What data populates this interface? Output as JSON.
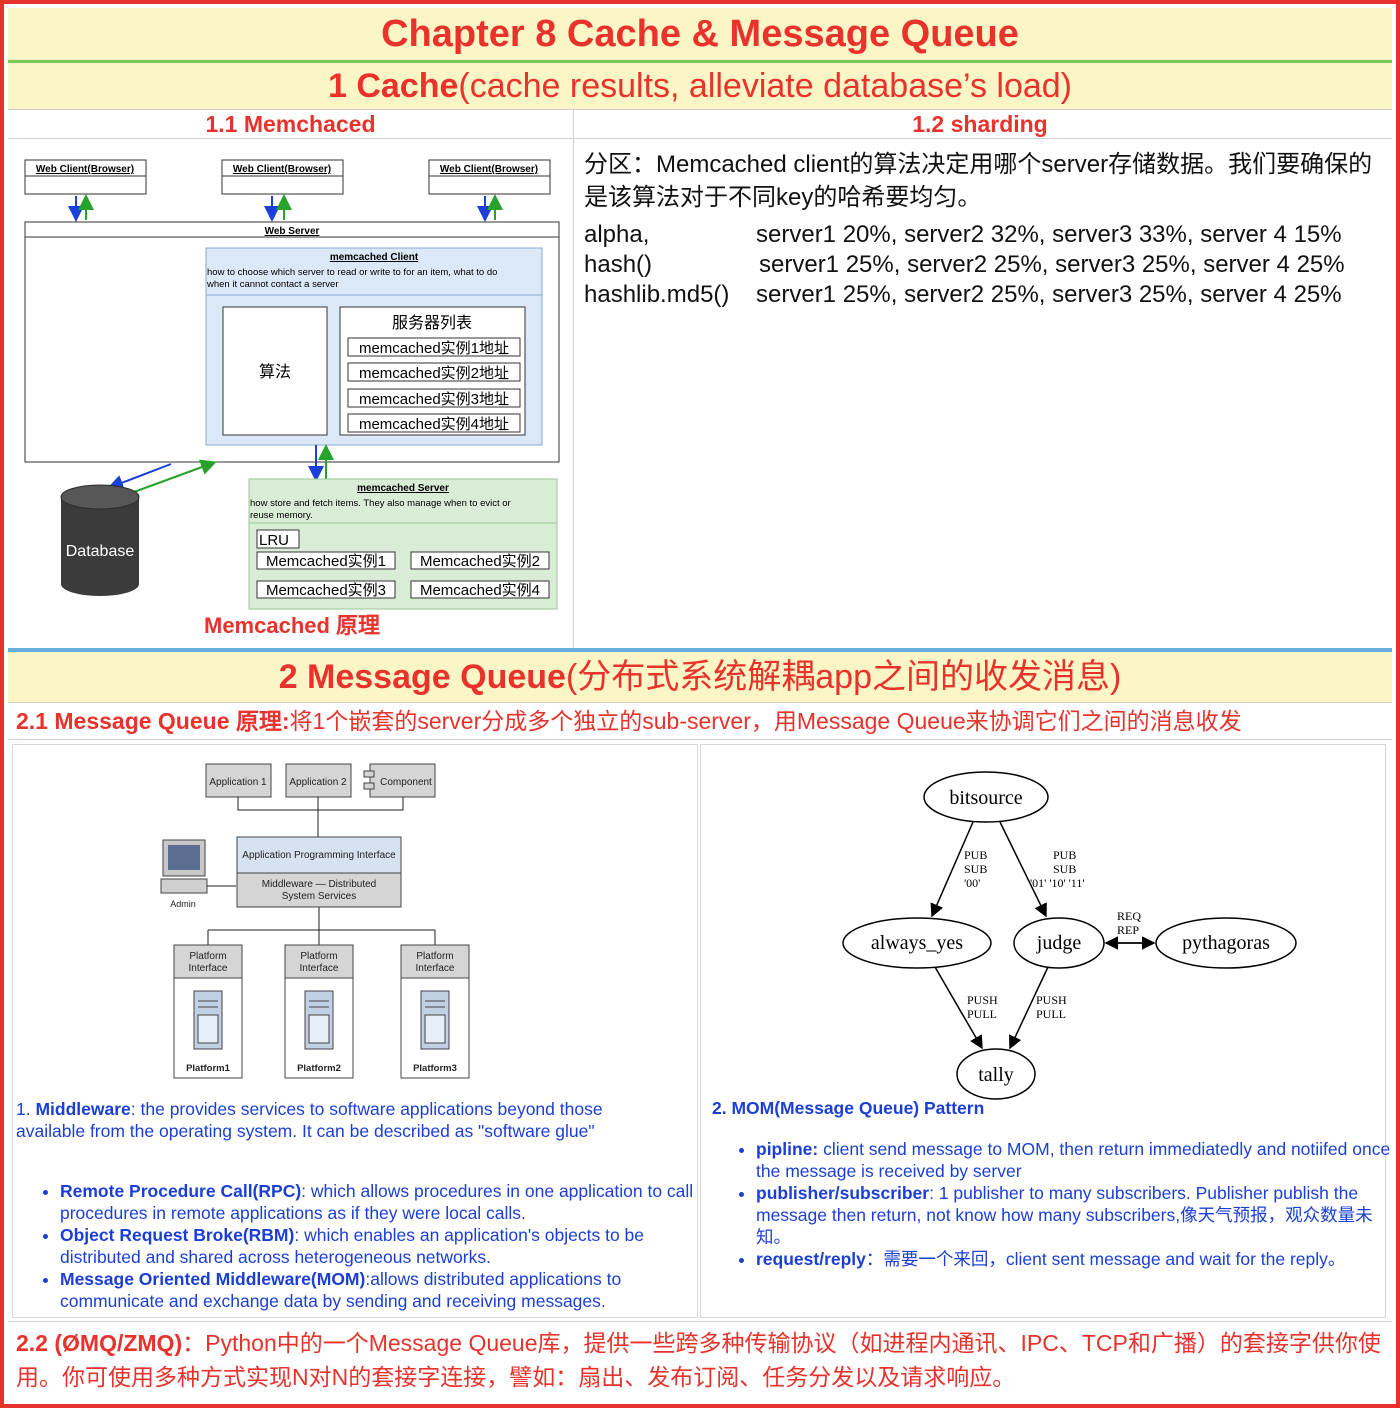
{
  "title": "Chapter 8 Cache & Message Queue",
  "section1": {
    "heading_bold": "1 Cache",
    "heading_light": "(cache results, alleviate database’s load)"
  },
  "memcached": {
    "col_title": "1.1 Memchaced",
    "web_client_label": "Web Client(Browser)",
    "web_server_label": "Web Server",
    "client_title": "memcached Client",
    "client_desc_1": "how to choose which server to read or write to for an item, what to do",
    "client_desc_2": "when it cannot contact a server",
    "algorithm_label": "算法",
    "server_list_title": "服务器列表",
    "server_addresses": [
      "memcached实例1地址",
      "memcached实例2地址",
      "memcached实例3地址",
      "memcached实例4地址"
    ],
    "server_title": "memcached Server",
    "server_desc_1": "how store and fetch items. They also manage when to evict or",
    "server_desc_2": "reuse memory.",
    "lru_label": "LRU",
    "instances": [
      "Memcached实例1",
      "Memcached实例2",
      "Memcached实例3",
      "Memcached实例4"
    ],
    "database_label": "Database",
    "caption": "Memcached  原理"
  },
  "sharding": {
    "col_title": "1.2 sharding",
    "description": "分区：Memcached client的算法决定用哪个server存储数据。我们要确保的是该算法对于不同key的哈希要均匀。",
    "rows": [
      {
        "method": "alpha,",
        "distribution": "server1 20%, server2 32%, server3 33%, server 4 15%"
      },
      {
        "method": "hash()",
        "distribution": "server1 25%, server2 25%, server3 25%, server 4 25%"
      },
      {
        "method": "hashlib.md5()",
        "distribution": "server1 25%, server2 25%, server3 25%, server 4 25%"
      }
    ]
  },
  "section2": {
    "heading_bold": "2 Message Queue",
    "heading_light": "(分布式系统解耦app之间的收发消息)"
  },
  "sub21": {
    "bold": "2.1 Message Queue 原理:",
    "text": "将1个嵌套的server分成多个独立的sub-server，用Message Queue来协调它们之间的消息收发"
  },
  "middleware_diagram": {
    "apps": [
      "Application 1",
      "Application 2",
      "Component"
    ],
    "api_label": "Application Programming Interface",
    "middleware_label_1": "Middleware — Distributed",
    "middleware_label_2": "System Services",
    "admin_label": "Admin",
    "platform_interface_1": "Platform",
    "platform_interface_2": "Interface",
    "platforms": [
      "Platform1",
      "Platform2",
      "Platform3"
    ]
  },
  "middleware": {
    "intro_num": "1. ",
    "intro_bold": "Middleware",
    "intro_text": ": the provides services to software applications beyond those available from the operating system. It can be described as \"software glue\"",
    "items": [
      {
        "bold": "Remote Procedure Call(RPC)",
        "text": ": which allows procedures in one application to call procedures in remote applications as if they were local calls."
      },
      {
        "bold": "Object Request Broke(RBM)",
        "text": ": which enables an application's objects to be distributed and shared across heterogeneous networks."
      },
      {
        "bold": "Message Oriented Middleware(MOM)",
        "text": ":allows distributed applications to communicate and exchange data by sending and receiving messages."
      }
    ]
  },
  "mom_graph": {
    "nodes": {
      "bitsource": "bitsource",
      "always_yes": "always_yes",
      "judge": "judge",
      "pythagoras": "pythagoras",
      "tally": "tally"
    },
    "edge_labels": {
      "pub_sub_00": [
        "PUB",
        "SUB",
        "'00'"
      ],
      "pub_sub_01": [
        "PUB",
        "SUB",
        "'01' '10' '11'"
      ],
      "req_rep": [
        "REQ",
        "REP"
      ],
      "push_pull": [
        "PUSH",
        "PULL"
      ]
    }
  },
  "mom": {
    "heading": "2. MOM(Message Queue) Pattern",
    "items": [
      {
        "bold": "pipline:",
        "text": " client send message to MOM, then return immediatedly and notiifed once the message is received by server"
      },
      {
        "bold": "publisher/subscriber",
        "text": ": 1 publisher to many subscribers. Publisher publish the message then return, not know how many subscribers,像天气预报，观众数量未知。"
      },
      {
        "bold": "request/reply",
        "text": "：需要一个来回，client sent message and wait for the reply。"
      }
    ]
  },
  "sub22": {
    "bold": "2.2 (ØMQ/ZMQ)",
    "text": "：Python中的一个Message Queue库，提供一些跨多种传输协议（如进程内通讯、IPC、TCP和广播）的套接字供你使用。你可使用多种方式实现N对N的套接字连接，譬如：扇出、发布订阅、任务分发以及请求响应。"
  },
  "colors": {
    "accent_red": "#e8322b",
    "band_yellow": "#fcf5c6",
    "link_blue": "#1b3fd6",
    "rule_green": "#7ec857",
    "rule_blue": "#6aaedd"
  }
}
